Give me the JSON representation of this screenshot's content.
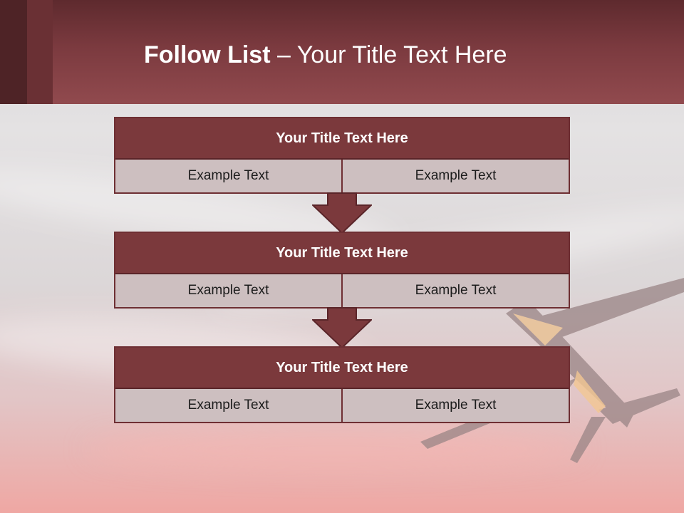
{
  "slide": {
    "title_bold": "Follow List",
    "title_rest": " – Your Title Text Here"
  },
  "flow": {
    "steps": [
      {
        "title": "Your Title Text Here",
        "left_text": "Example Text",
        "right_text": "Example Text"
      },
      {
        "title": "Your Title Text Here",
        "left_text": "Example Text",
        "right_text": "Example Text"
      },
      {
        "title": "Your Title Text Here",
        "left_text": "Example Text",
        "right_text": "Example Text"
      }
    ]
  },
  "colors": {
    "header": "#7b3a3f",
    "box_title": "#7b393c",
    "box_cell": "#cdbfc0",
    "arrow": "#7b393c"
  }
}
